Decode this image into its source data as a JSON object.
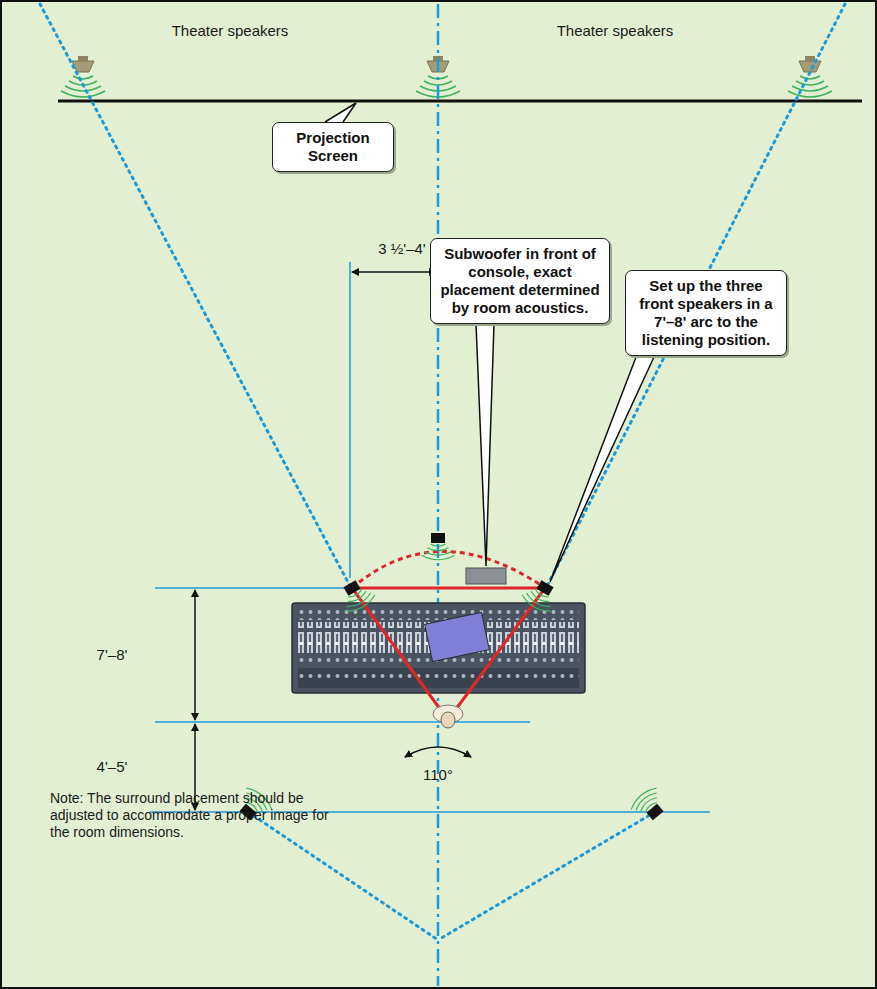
{
  "diagram": {
    "nodes": [
      {
        "text": [
          "Projection Screen"
        ]
      },
      {
        "text": [
          "Subwoofer in front of console, exact placement determined by room acoustics."
        ]
      },
      {
        "text": [
          "Set up the three front speakers in a 7'–8' arc to the listening position."
        ]
      }
    ],
    "edges": [],
    "labels": [
      "Theater speakers",
      "Theater speakers",
      "3 ½'–4'",
      "7'–8'",
      "4'–5'",
      "110°",
      "Note: The surround placement should be adjusted to accommodate a proper image for the room dimensions."
    ]
  }
}
